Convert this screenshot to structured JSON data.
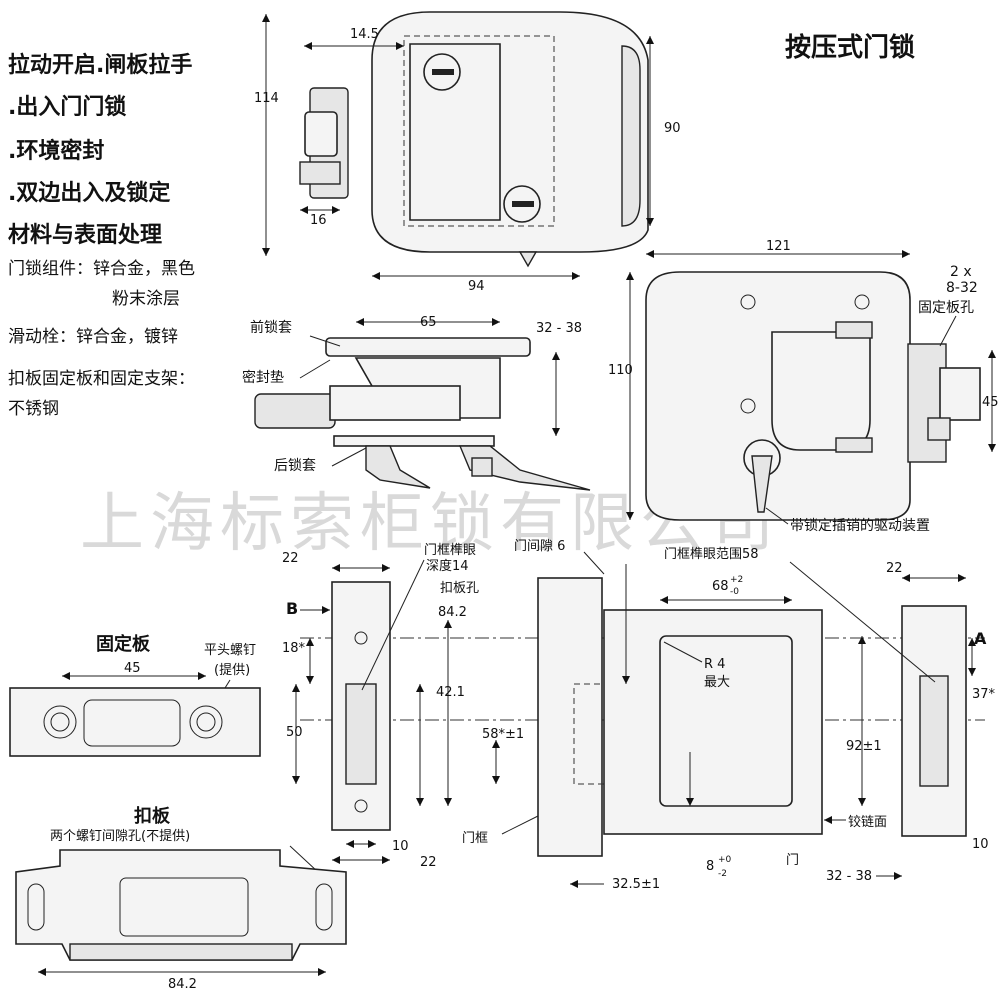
{
  "title": "按压式门锁",
  "features": [
    "拉动开启.闸板拉手",
    ".出入门门锁",
    ".环境密封",
    ".双边出入及锁定",
    "材料与表面处理"
  ],
  "materials": {
    "lock_assembly": "门锁组件：锌合金，黑色",
    "lock_assembly_2": "粉末涂层",
    "bolt": "滑动栓：锌合金，镀锌",
    "strike": "扣板固定板和固定支架：",
    "strike_2": "不锈钢"
  },
  "watermark": "上海标索柜锁有限公司",
  "labels": {
    "front_sleeve": "前锁套",
    "gasket": "密封垫",
    "rear_sleeve": "后锁套",
    "screws_2x": "2 x",
    "screws_size": "8-32",
    "screws_label": "固定板孔",
    "drive": "带锁定插销的驱动装置",
    "mortise_depth_1": "门框榫眼",
    "mortise_depth_2": "深度14",
    "strike_hole": "扣板孔",
    "door_gap": "门间隙 6",
    "mortise_range": "门框榫眼范围58",
    "r4_1": "R 4",
    "r4_2": "最大",
    "door_frame": "门框",
    "hinge_face": "铰链面",
    "door": "门",
    "fixing_plate": "固定板",
    "flat_screw_1": "平头螺钉",
    "flat_screw_2": "(提供)",
    "strike_plate": "扣板",
    "strike_note": "两个螺钉间隙孔(不提供)",
    "mark_b": "B",
    "mark_a": "A"
  },
  "dims": {
    "d14_5": "14.5",
    "d114": "114",
    "d90": "90",
    "d16": "16",
    "d94": "94",
    "d121": "121",
    "d110": "110",
    "d45": "45",
    "d65": "65",
    "d32_38": "32 - 38",
    "d22": "22",
    "d84_2": "84.2",
    "d18": "18*",
    "d42_1": "42.1",
    "d50": "50",
    "d58": "58*±1",
    "d68": "68",
    "d68_tol_up": "+2",
    "d68_tol_dn": "-0",
    "d92": "92±1",
    "d37": "37*",
    "d10": "10",
    "d32_5": "32.5±1",
    "d8": "8",
    "d8_tol_up": "+0",
    "d8_tol_dn": "-2",
    "fp45": "45",
    "sp84_2": "84.2"
  }
}
